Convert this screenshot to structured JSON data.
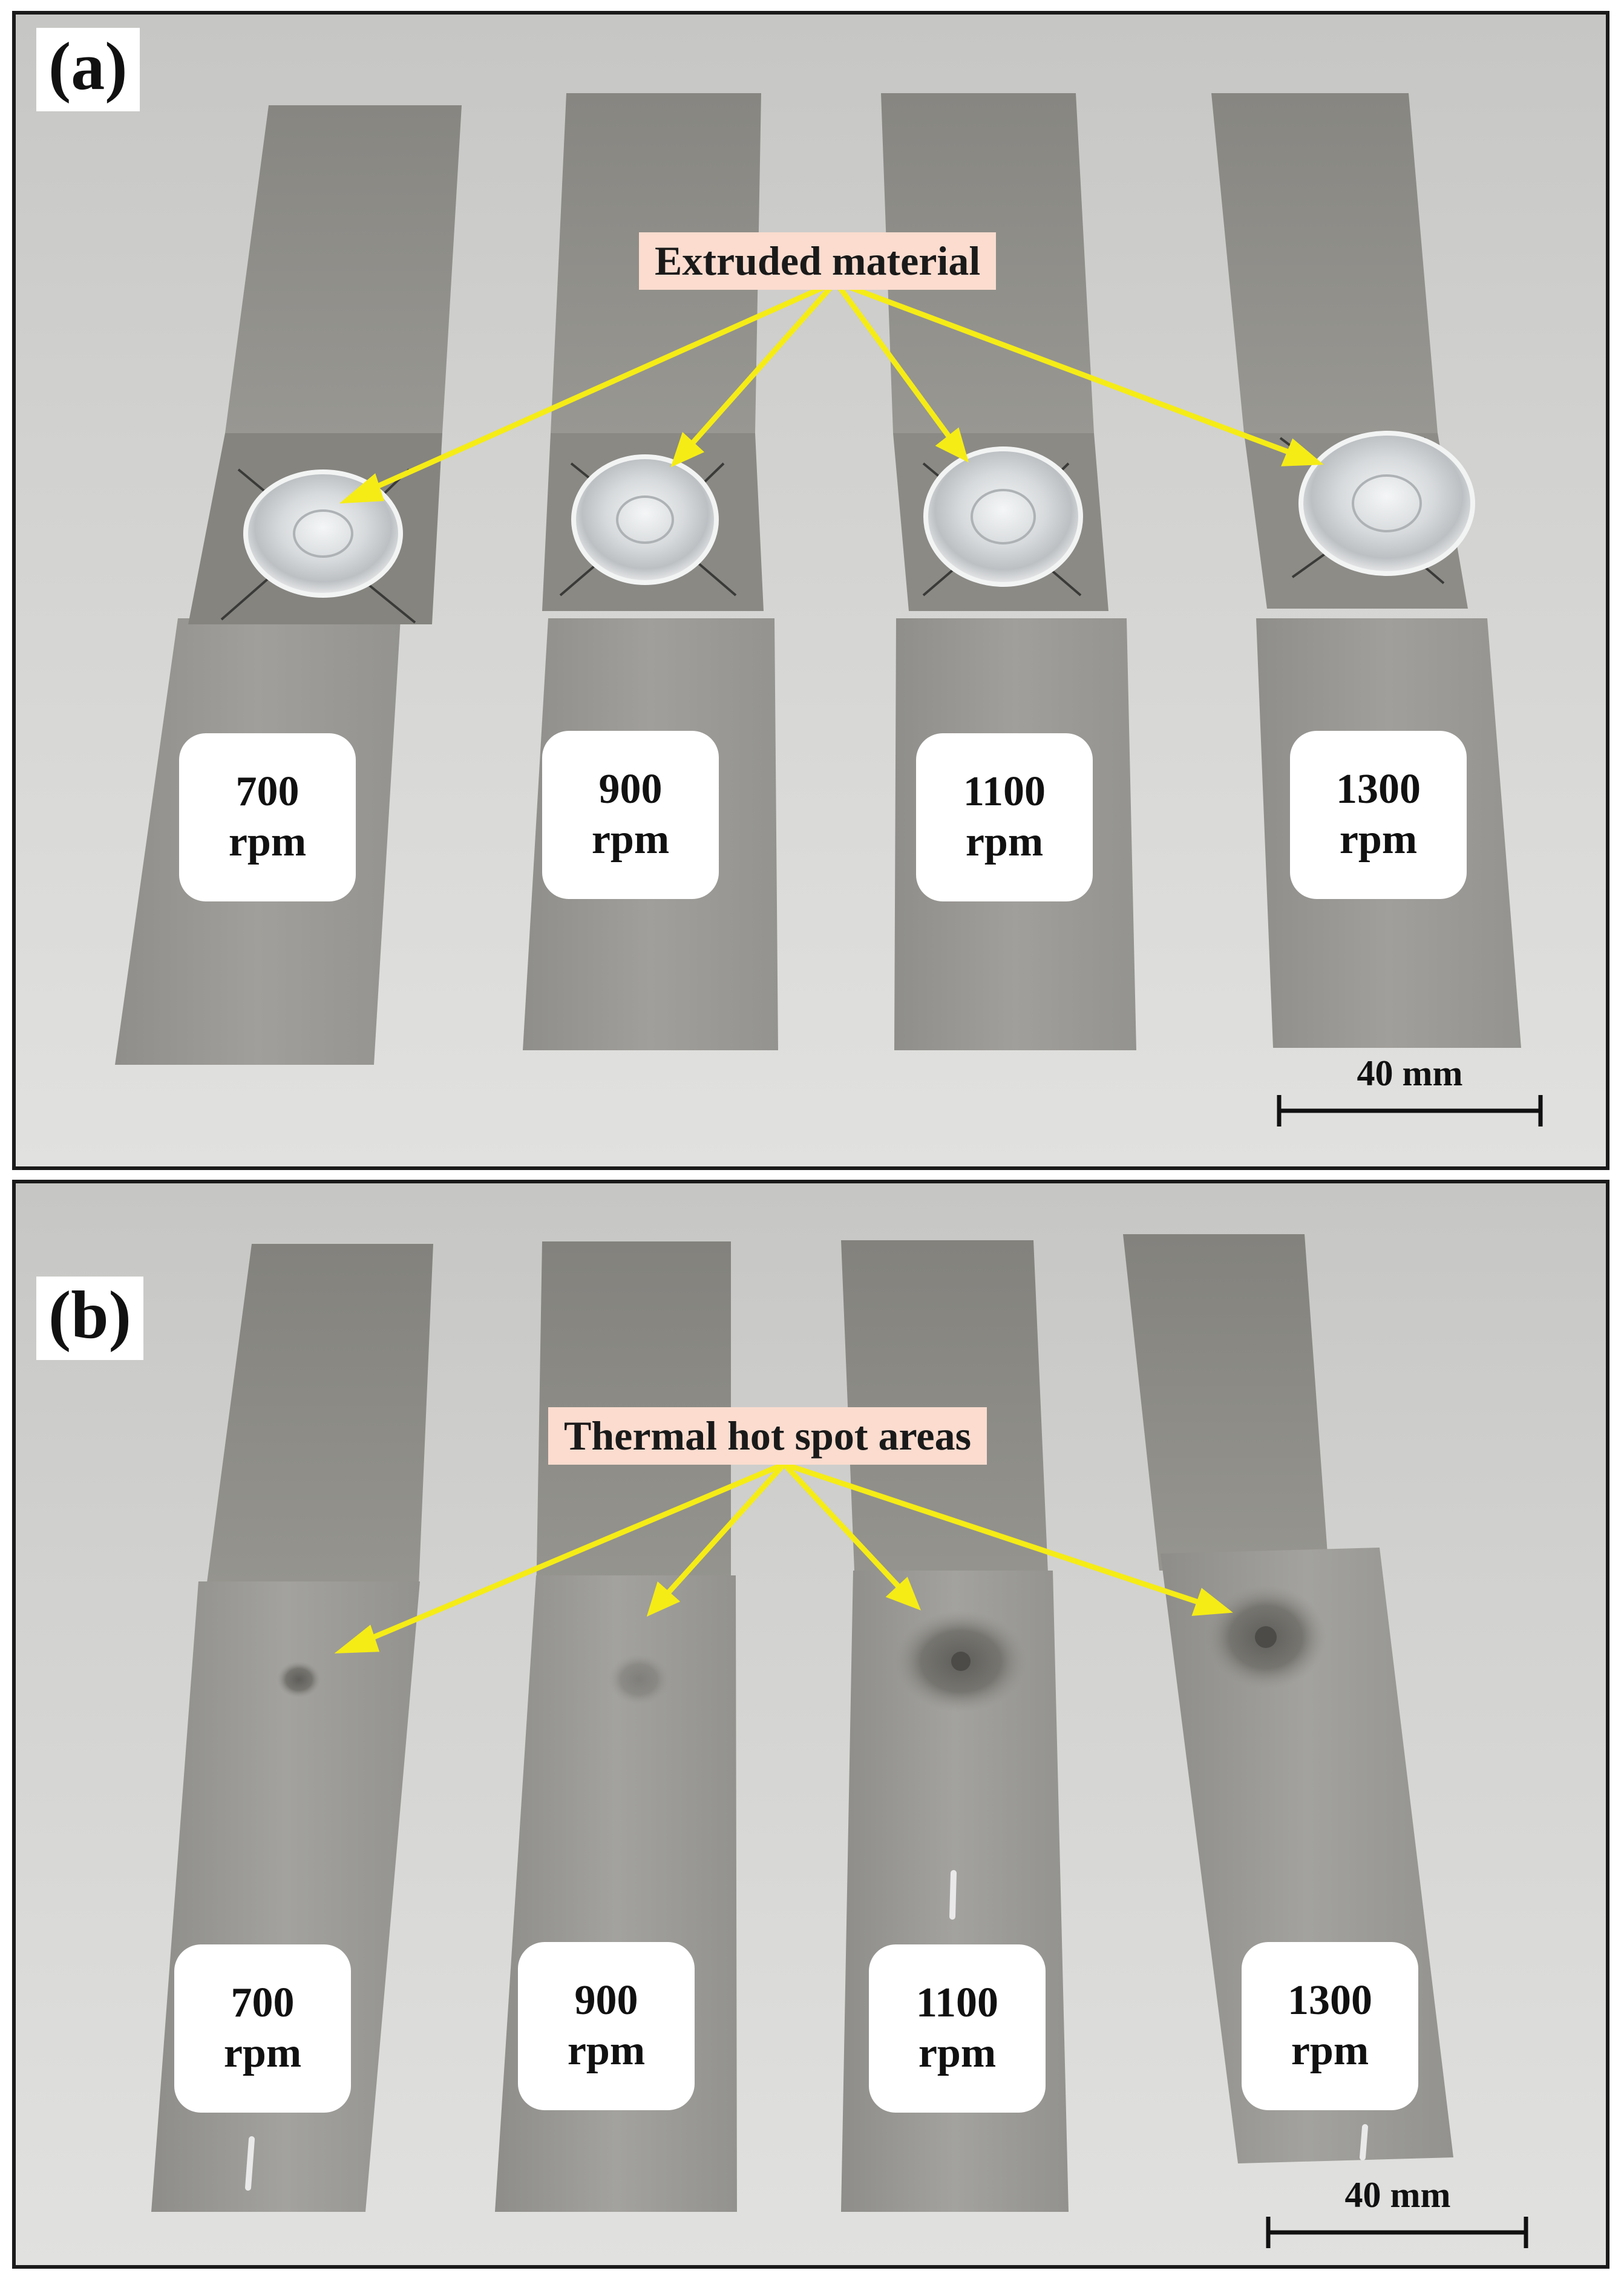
{
  "figure": {
    "panels": [
      {
        "label": "(a)",
        "callout": "Extruded material",
        "samples": [
          {
            "speed": "700",
            "unit": "rpm"
          },
          {
            "speed": "900",
            "unit": "rpm"
          },
          {
            "speed": "1100",
            "unit": "rpm"
          },
          {
            "speed": "1300",
            "unit": "rpm"
          }
        ],
        "scale_bar": "40 mm"
      },
      {
        "label": "(b)",
        "callout": "Thermal hot spot areas",
        "samples": [
          {
            "speed": "700",
            "unit": "rpm"
          },
          {
            "speed": "900",
            "unit": "rpm"
          },
          {
            "speed": "1100",
            "unit": "rpm"
          },
          {
            "speed": "1300",
            "unit": "rpm"
          }
        ],
        "scale_bar": "40 mm"
      }
    ]
  },
  "colors": {
    "arrow": "#f5ec16",
    "callout_bg": "#fbdccf",
    "frame": "#1a1a1a"
  }
}
